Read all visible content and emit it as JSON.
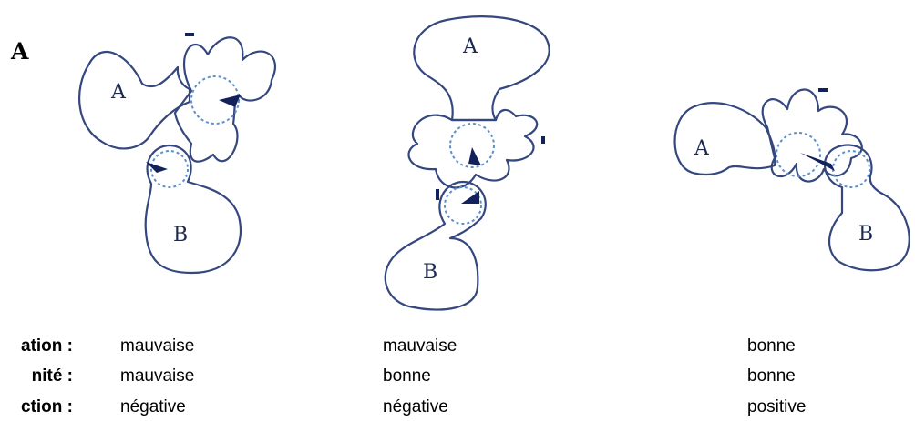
{
  "panel_label": "A",
  "molecule_labels": {
    "a": "A",
    "b": "B"
  },
  "table": [
    {
      "head": "ation :",
      "values": [
        "mauvaise",
        "mauvaise",
        "bonne"
      ]
    },
    {
      "head": "nité :",
      "values": [
        "mauvaise",
        "bonne",
        "bonne"
      ]
    },
    {
      "head": "ction :",
      "values": [
        "négative",
        "négative",
        "positive"
      ]
    }
  ],
  "colors": {
    "outline": "#34477e",
    "dotted": "#5d8fc9",
    "arrow": "#12205c"
  }
}
